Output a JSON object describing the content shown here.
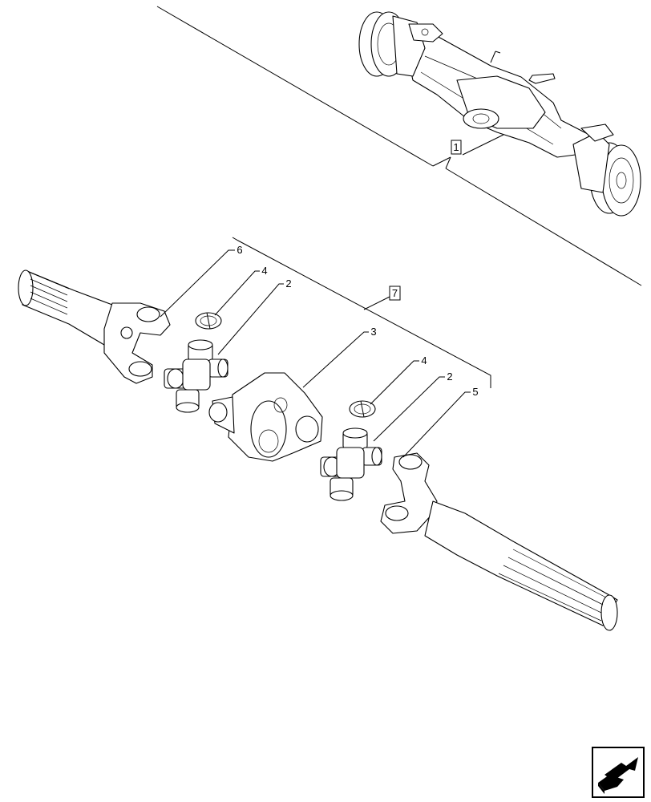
{
  "callouts": {
    "assembly_axle": "1",
    "assembly_shaft": "7",
    "part_6": "6",
    "part_4a": "4",
    "part_2a": "2",
    "part_3": "3",
    "part_4b": "4",
    "part_2b": "2",
    "part_5": "5"
  },
  "icons": {
    "nav": "next-page-arrow-icon"
  }
}
